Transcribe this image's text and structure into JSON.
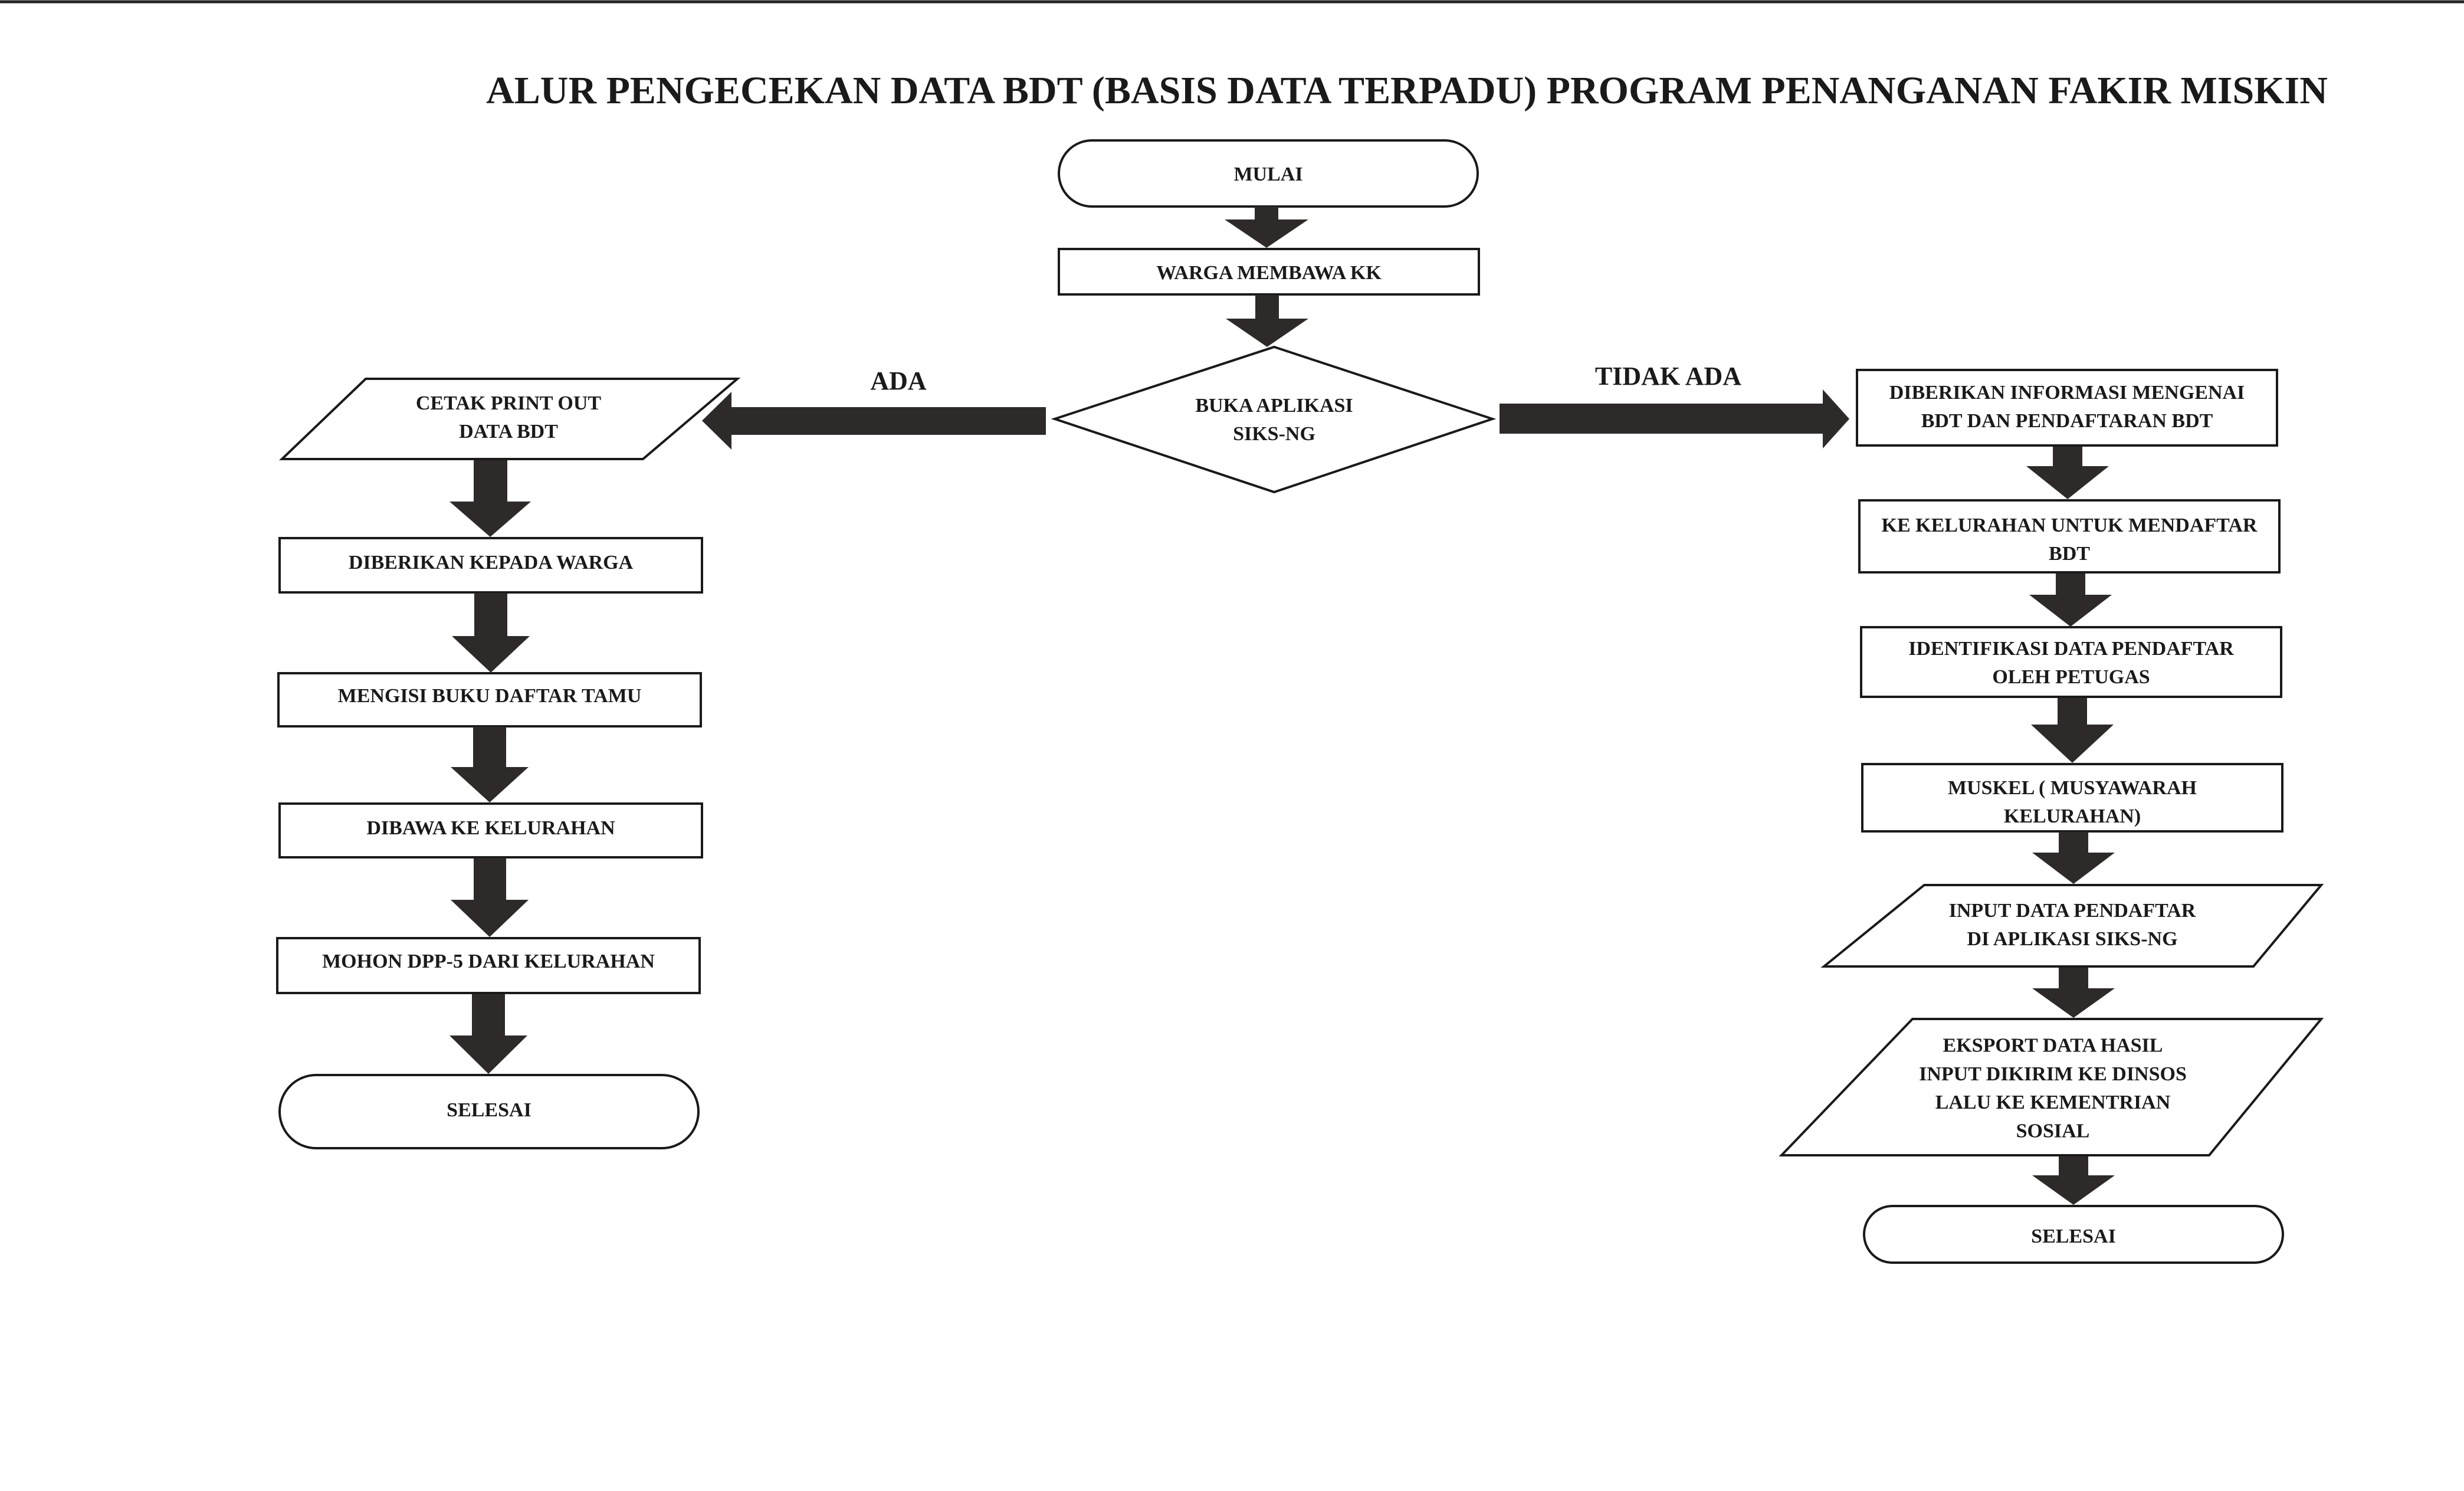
{
  "title": "ALUR PENGECEKAN DATA BDT (BASIS DATA TERPADU) PROGRAM PENANGANAN FAKIR MISKIN",
  "colors": {
    "ink": "#1a1a1a",
    "arrow": "#2e2a2a",
    "paper": "#ffffff"
  },
  "nodes": {
    "start": {
      "shape": "terminator",
      "lines": [
        "MULAI"
      ]
    },
    "bring_kk": {
      "shape": "process",
      "lines": [
        "WARGA MEMBAWA KK"
      ]
    },
    "decision": {
      "shape": "decision",
      "lines": [
        "BUKA APLIKASI",
        "SIKS-NG"
      ]
    },
    "l_print": {
      "shape": "data",
      "lines": [
        "CETAK PRINT OUT",
        "DATA BDT"
      ]
    },
    "l_give": {
      "shape": "process",
      "lines": [
        "DIBERIKAN KEPADA WARGA"
      ]
    },
    "l_guestbook": {
      "shape": "process",
      "lines": [
        "MENGISI BUKU DAFTAR TAMU"
      ]
    },
    "l_take": {
      "shape": "process",
      "lines": [
        "DIBAWA KE KELURAHAN"
      ]
    },
    "l_dpp5": {
      "shape": "process",
      "lines": [
        "MOHON DPP-5 DARI KELURAHAN"
      ]
    },
    "l_end": {
      "shape": "terminator",
      "lines": [
        "SELESAI"
      ]
    },
    "r_info": {
      "shape": "process",
      "lines": [
        "DIBERIKAN INFORMASI MENGENAI",
        "BDT DAN PENDAFTARAN BDT"
      ]
    },
    "r_register": {
      "shape": "process",
      "lines": [
        "KE KELURAHAN UNTUK MENDAFTAR",
        "BDT"
      ]
    },
    "r_identify": {
      "shape": "process",
      "lines": [
        "IDENTIFIKASI DATA PENDAFTAR",
        "OLEH PETUGAS"
      ]
    },
    "r_muskel": {
      "shape": "process",
      "lines": [
        "MUSKEL ( MUSYAWARAH",
        "KELURAHAN)"
      ]
    },
    "r_input": {
      "shape": "data",
      "lines": [
        "INPUT DATA PENDAFTAR",
        "DI APLIKASI SIKS-NG"
      ]
    },
    "r_export": {
      "shape": "data",
      "lines": [
        "EKSPORT DATA HASIL",
        "INPUT DIKIRIM KE DINSOS",
        "LALU KE KEMENTRIAN",
        "SOSIAL"
      ]
    },
    "r_end": {
      "shape": "terminator",
      "lines": [
        "SELESAI"
      ]
    }
  },
  "branch_labels": {
    "yes": "ADA",
    "no": "TIDAK ADA"
  }
}
